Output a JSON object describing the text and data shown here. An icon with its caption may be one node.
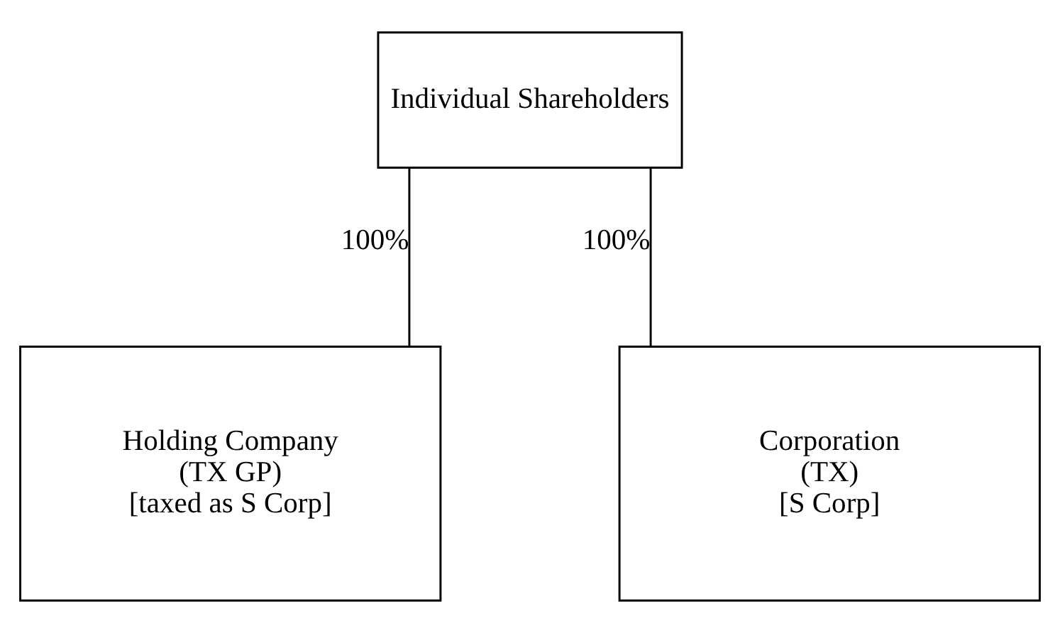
{
  "diagram": {
    "nodes": [
      {
        "text": [
          "Individual Shareholders"
        ]
      },
      {
        "text": [
          "Holding Company (TX GP) [taxed as S Corp]"
        ]
      },
      {
        "text": [
          "Corporation (TX) [S Corp]"
        ]
      }
    ],
    "edges": [
      {
        "from": 0,
        "to": 1,
        "arrow": "none",
        "label": "100%"
      },
      {
        "from": 0,
        "to": 2,
        "arrow": "none",
        "label": "100%"
      }
    ]
  }
}
